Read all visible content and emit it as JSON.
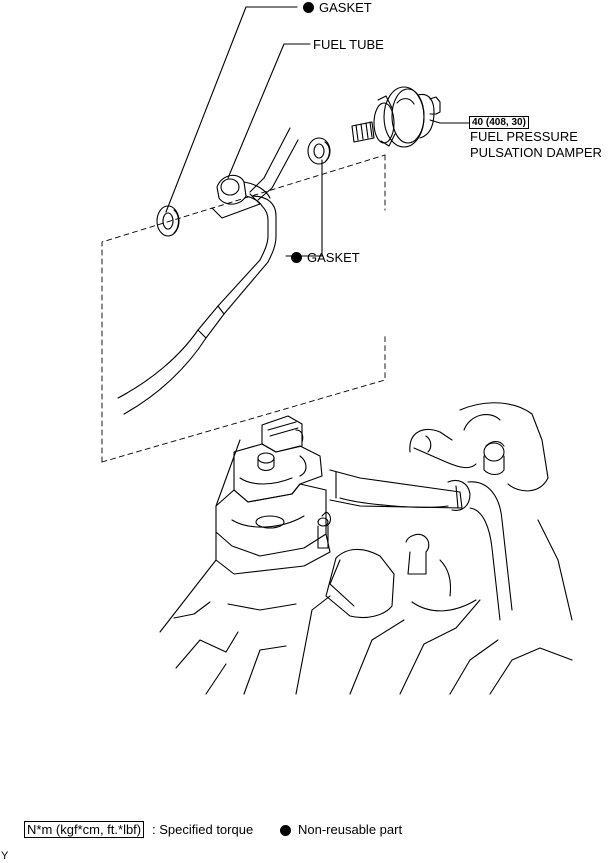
{
  "callouts": {
    "gasket_top": "GASKET",
    "fuel_tube": "FUEL TUBE",
    "torque_spec": "40 (408, 30)",
    "damper_line1": "FUEL PRESSURE",
    "damper_line2": "PULSATION DAMPER",
    "gasket_lower": "GASKET"
  },
  "legend": {
    "torque_unit": "N*m (kgf*cm, ft.*lbf)",
    "torque_desc": ": Specified torque",
    "nonreusable_desc": "Non-reusable part"
  },
  "corner_code": "Y",
  "colors": {
    "line": "#000000",
    "background": "#ffffff"
  },
  "icons": {
    "non_reusable_marker": "filled-circle"
  }
}
